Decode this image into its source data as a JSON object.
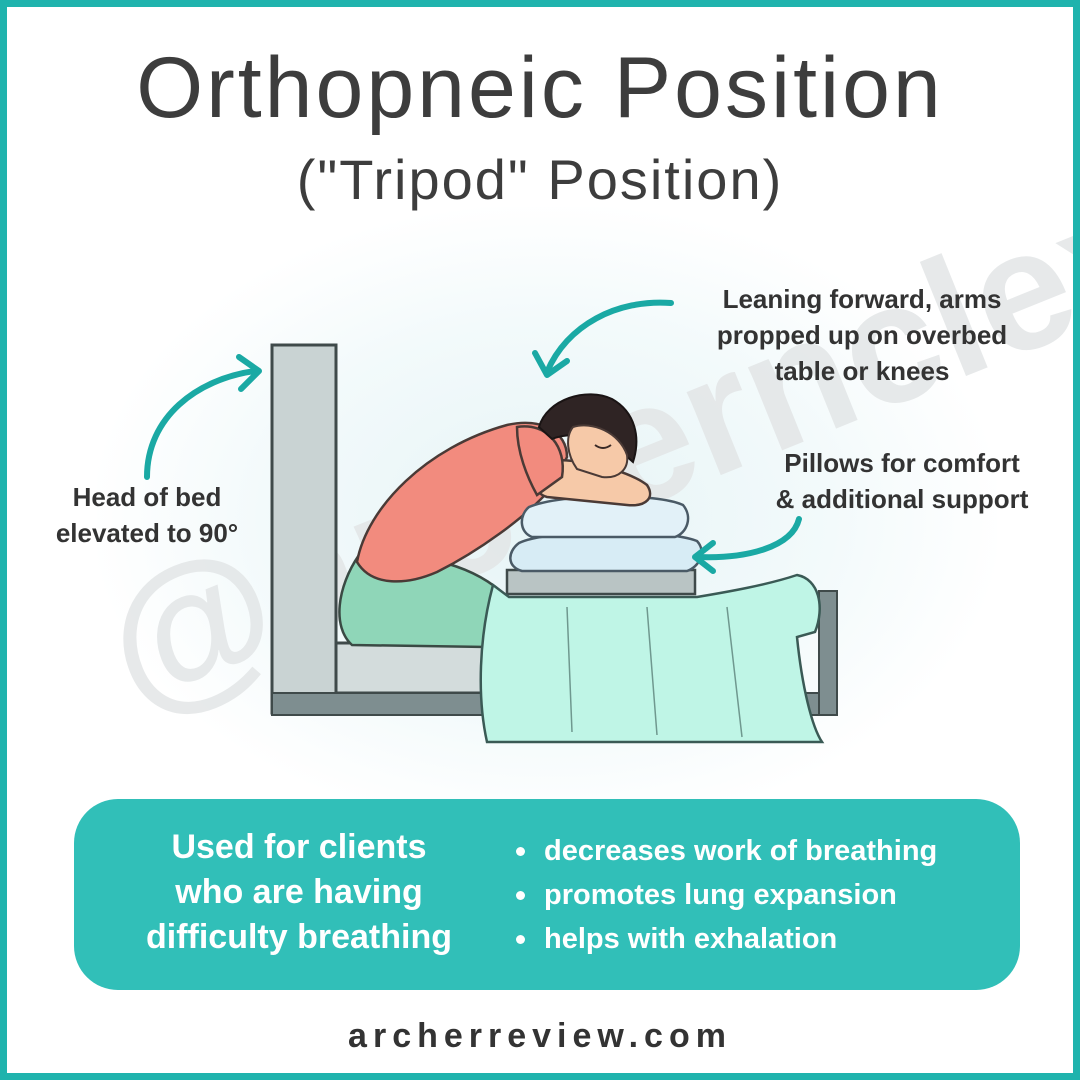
{
  "title": "Orthopneic Position",
  "subtitle": "(\"Tripod\" Position)",
  "watermark": "@archernclex",
  "labels": {
    "head_of_bed": [
      "Head of bed",
      "elevated to 90°"
    ],
    "leaning": [
      "Leaning forward, arms",
      "propped up on overbed",
      "table or knees"
    ],
    "pillows": [
      "Pillows for comfort",
      "& additional support"
    ]
  },
  "panel": {
    "lead": [
      "Used for clients",
      "who are having",
      "difficulty breathing"
    ],
    "bullets": [
      "decreases work of breathing",
      "promotes lung expansion",
      "helps with exhalation"
    ]
  },
  "footer": "archerreview.com",
  "colors": {
    "accent": "#1fb3ad",
    "panel": "#31bfb8",
    "text": "#333333",
    "shirt": "#f28b7e",
    "pants": "#8fd6b8",
    "blanket": "#bff5e6",
    "pillow": "#d7ecf5",
    "bed": "#c5d0d0"
  }
}
